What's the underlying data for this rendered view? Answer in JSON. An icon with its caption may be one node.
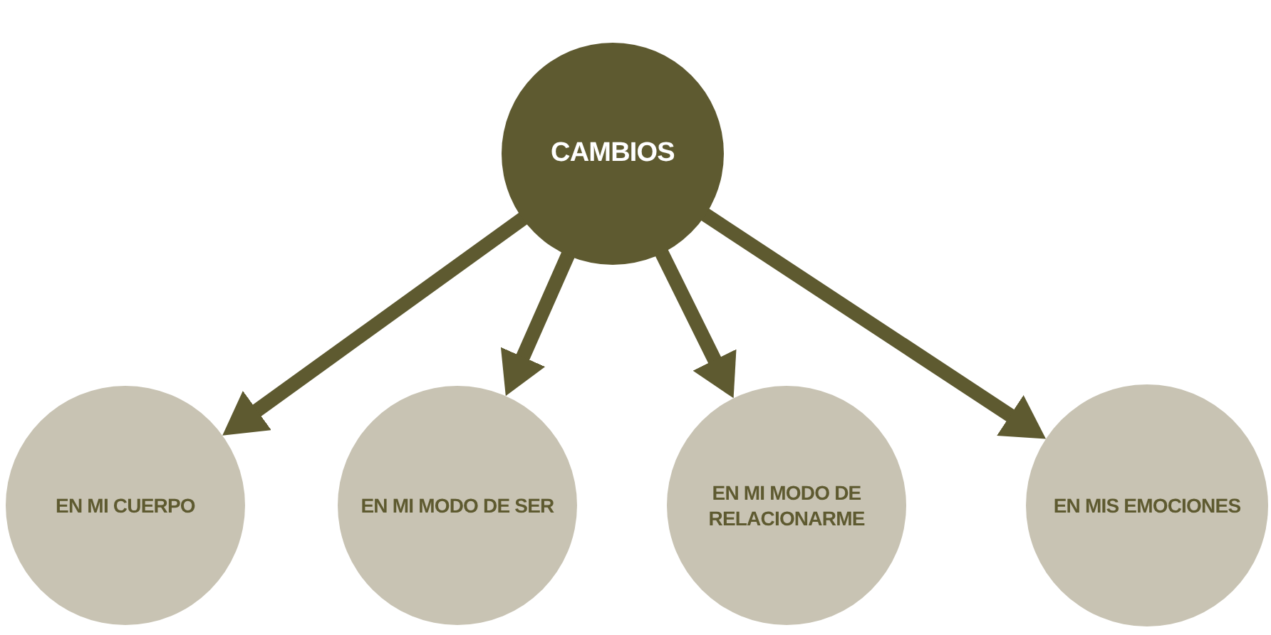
{
  "diagram": {
    "nodes": [
      {
        "text": [
          "CAMBIOS"
        ]
      },
      {
        "text": [
          "EN MI CUERPO"
        ]
      },
      {
        "text": [
          "EN MI MODO DE SER"
        ]
      },
      {
        "text": [
          "EN MI MODO DE RELACIONARME"
        ]
      },
      {
        "text": [
          "EN MIS EMOCIONES"
        ]
      }
    ],
    "edges": [
      {
        "from": 0,
        "to": 1,
        "arrow": "to"
      },
      {
        "from": 0,
        "to": 2,
        "arrow": "to"
      },
      {
        "from": 0,
        "to": 3,
        "arrow": "to"
      },
      {
        "from": 0,
        "to": 4,
        "arrow": "to"
      }
    ]
  }
}
